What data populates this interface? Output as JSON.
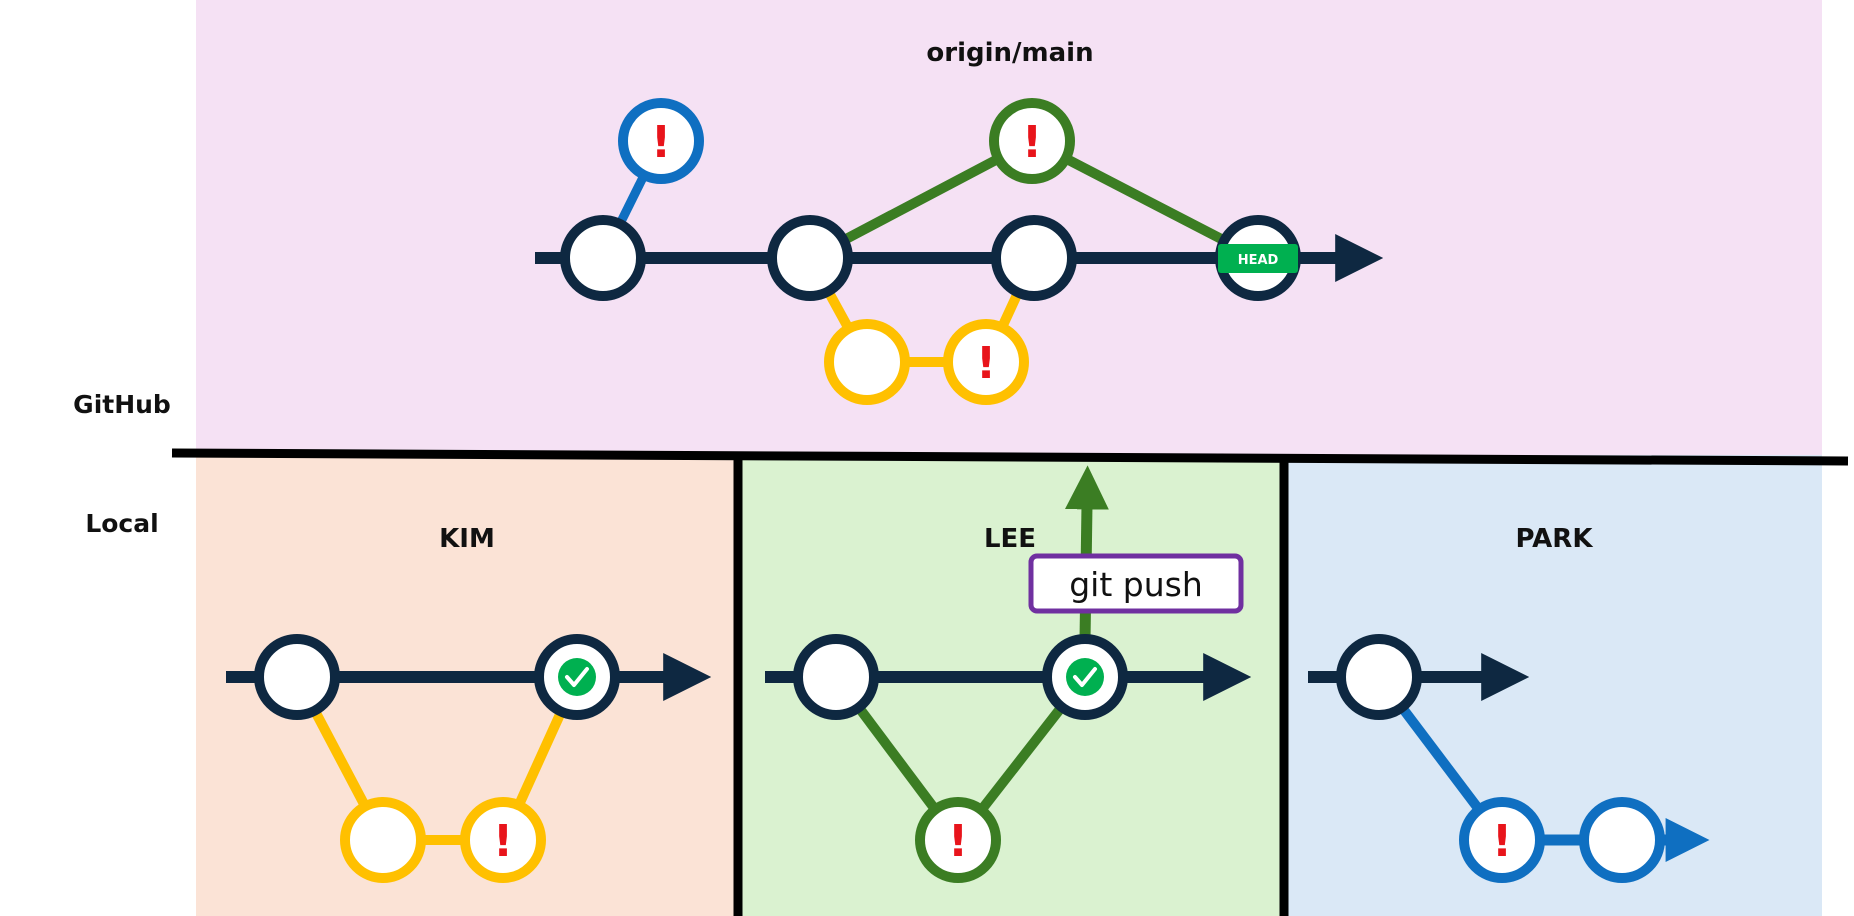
{
  "labels": {
    "github": "GitHub",
    "local": "Local"
  },
  "panels": {
    "origin": "origin/main",
    "kim": "KIM",
    "lee": "LEE",
    "park": "PARK"
  },
  "markers": {
    "warning": "!",
    "head": "HEAD",
    "push": "git push"
  },
  "colors": {
    "github_bg": "#f5e1f4",
    "kim_bg": "#fbe3d6",
    "lee_bg": "#daf2d0",
    "park_bg": "#dae8f6",
    "main_line": "#0e2841",
    "blue_branch": "#0f6fc1",
    "green_branch": "#3b7d23",
    "yellow_branch": "#ffc000",
    "head_badge": "#00b050",
    "warning": "#e8141b",
    "push_border": "#7030a0"
  }
}
